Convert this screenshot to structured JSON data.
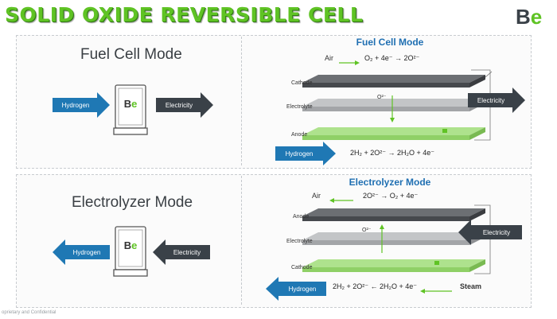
{
  "header": {
    "title": "SOLID OXIDE REVERSIBLE CELL",
    "logo_b": "B",
    "logo_e": "e"
  },
  "top": {
    "mode_title": "Fuel Cell Mode",
    "input_label": "Hydrogen",
    "output_label": "Electricity",
    "diagram": {
      "title": "Fuel Cell Mode",
      "air_label": "Air",
      "air_equation": "O₂ + 4e⁻ → 2O²⁻",
      "layers": [
        "Cathode",
        "Electrolyte",
        "Anode"
      ],
      "ion_label": "O²⁻",
      "electricity_label": "Electricity",
      "fuel_label": "Hydrogen",
      "fuel_equation": "2H₂ + 2O²⁻ → 2H₂O + 4e⁻"
    }
  },
  "bottom": {
    "mode_title": "Electrolyzer Mode",
    "input_label": "Electricity",
    "output_label": "Hydrogen",
    "diagram": {
      "title": "Electrolyzer Mode",
      "air_label": "Air",
      "air_equation": "2O²⁻ → O₂ + 4e⁻",
      "layers": [
        "Anode",
        "Electrolyte",
        "Cathode"
      ],
      "ion_label": "O²⁻",
      "electricity_label": "Electricity",
      "fuel_label": "Hydrogen",
      "fuel_equation": "2H₂ + 2O²⁻ ← 2H₂O + 4e⁻",
      "steam_label": "Steam"
    }
  },
  "footer": {
    "text": "oprietary and Confidential"
  },
  "colors": {
    "green": "#5fc324",
    "blue": "#1f78b4",
    "dark": "#3a4148",
    "title_blue": "#1f6fb2"
  }
}
